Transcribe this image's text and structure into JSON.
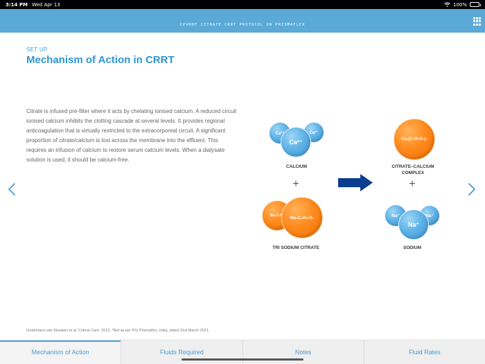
{
  "status_bar": {
    "time": "3:14 PM",
    "date": "Wed Apr 13",
    "battery": "100%"
  },
  "header": {
    "title": "CVVHDF CITRATE CRRT PROTOCOL ON PRISMAFLEX",
    "menu_icon": "grid-icon",
    "color": "#5aa9d6"
  },
  "page": {
    "section": "SET UP",
    "title": "Mechanism of Action in CRRT",
    "body": "Citrate is infused pre-filter where it acts by chelating ionised calcium. A reduced circuit ionised calcium inhibits the clotting cascade at several levels. It provides regional anticoagulation that is virtually restricted to the extracorporeal circuit. A significant proportion of citrate/calcium is lost across the membrane into the effluent. This requires an infusion of calcium to restore serum calcium levels. When a dialysate solution is used, it should be calcium-free.",
    "reference": "Oudemans-van Straaten et al. Critical Care. 2012, *Ref as per IFU Prismaflex, India, dated 31st March 2021."
  },
  "diagram": {
    "calcium": {
      "label": "CALCIUM",
      "ion": "Ca²⁺",
      "ion_small": "Ca²⁺"
    },
    "citrate": {
      "label": "TRI SODIUM CITRATE",
      "main": "Na₃C₆H₅O₇",
      "small": "Na₃C₆H₅"
    },
    "complex": {
      "label_line1": "CITRATE–CALCIUM",
      "label_line2": "COMPLEX",
      "formula": "Ca₃(C₆H₅O₇)₂"
    },
    "sodium": {
      "label": "SODIUM",
      "ion": "Na⁺",
      "ion_small": "Na⁺"
    },
    "plus": "+",
    "colors": {
      "calcium": "#5fb3e8",
      "citrate": "#ff8a1e",
      "arrow": "#0b3d91"
    }
  },
  "tabs": [
    {
      "label": "Mechanism of Action",
      "active": true
    },
    {
      "label": "Fluids Required",
      "active": false
    },
    {
      "label": "Notes",
      "active": false
    },
    {
      "label": "Fluid Rates",
      "active": false
    }
  ]
}
